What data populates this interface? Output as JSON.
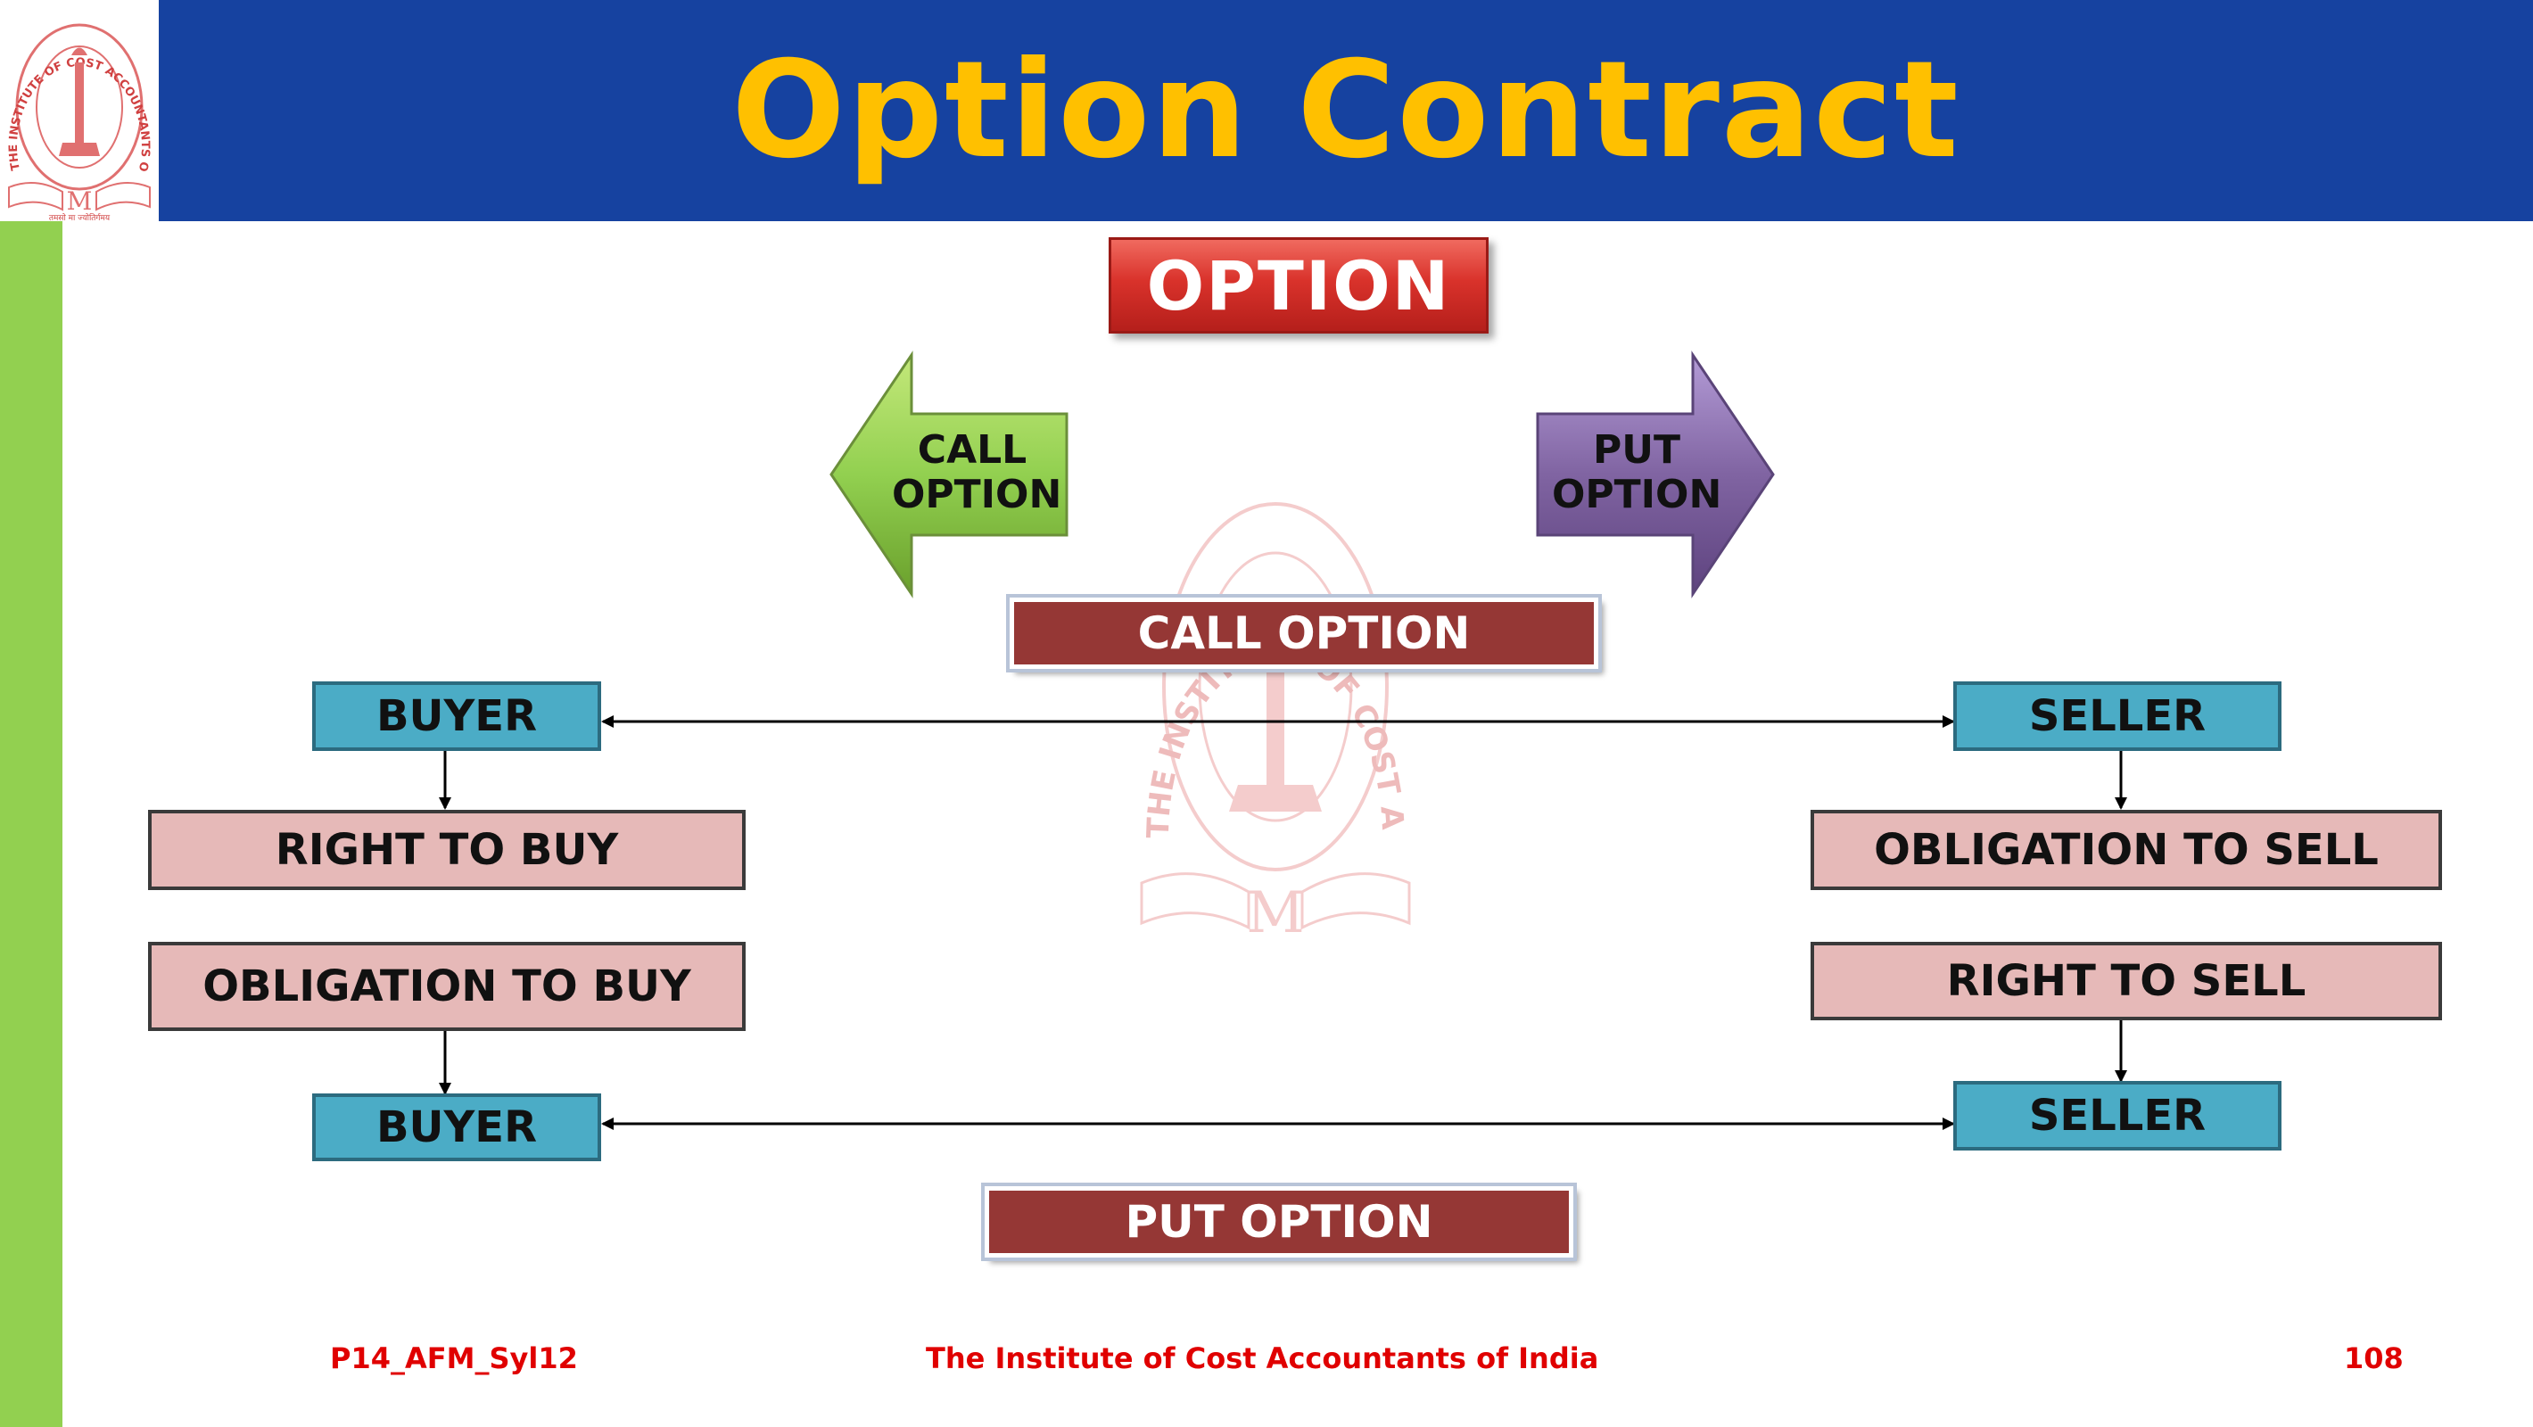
{
  "slide": {
    "title": "Option Contract",
    "option_label": "OPTION",
    "call_arrow_line1": "CALL",
    "call_arrow_line2": "OPTION",
    "put_arrow_line1": "PUT",
    "put_arrow_line2": "OPTION",
    "call_option_banner": "CALL OPTION",
    "put_option_banner": "PUT OPTION"
  },
  "left_column": {
    "buyer_top": "BUYER",
    "right_to_buy": "RIGHT TO BUY",
    "obligation_to_buy": "OBLIGATION TO BUY",
    "buyer_bottom": "BUYER"
  },
  "right_column": {
    "seller_top": "SELLER",
    "obligation_to_sell": "OBLIGATION TO SELL",
    "right_to_sell": "RIGHT TO SELL",
    "seller_bottom": "SELLER"
  },
  "logo": {
    "ring_text": "THE INSTITUTE OF COST ACCOUNTANTS OF INDIA",
    "motto": "तमसो मा ज्योतिर्गमय",
    "emblem_letter": "M"
  },
  "footer": {
    "left": "P14_AFM_Syl12",
    "center": "The Institute of Cost Accountants of India",
    "page_number": "108"
  },
  "colors": {
    "header_blue": "#1642a0",
    "title_yellow": "#ffc000",
    "side_green": "#92d050",
    "box_blue": "#4bacc6",
    "box_pink": "#e6b9b8",
    "banner_maroon": "#953735",
    "option_red": "#d9322b",
    "call_arrow_green": "#92d050",
    "put_arrow_purple": "#8064a2",
    "footer_red": "#e00000"
  }
}
